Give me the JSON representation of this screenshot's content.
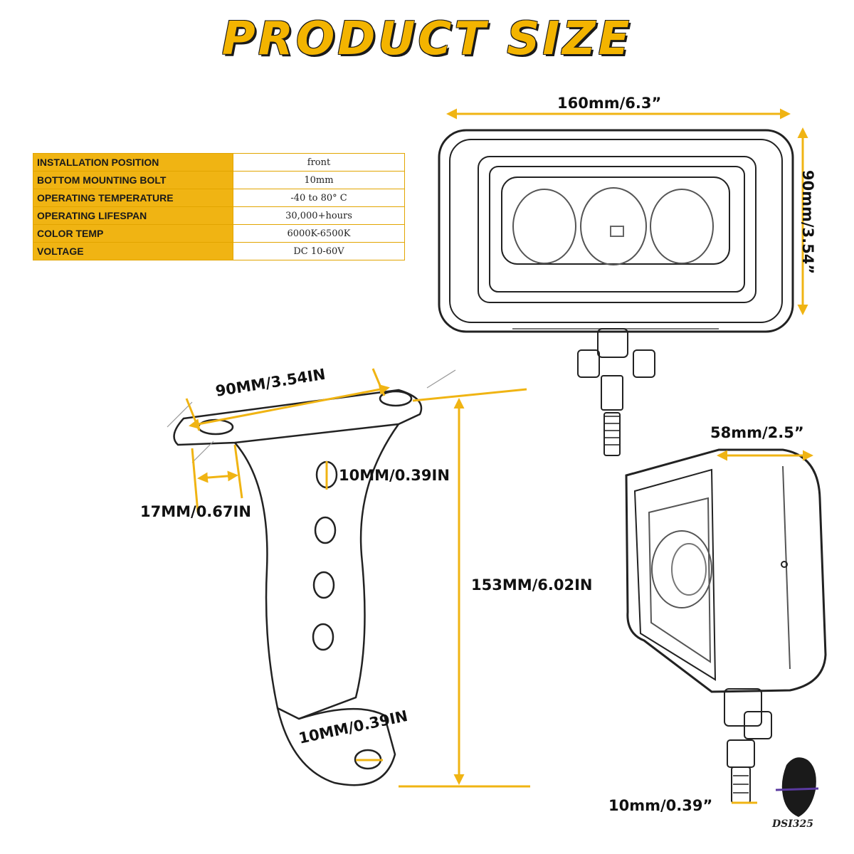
{
  "title": "PRODUCT SIZE",
  "specs": [
    {
      "label": "INSTALLATION POSITION",
      "value": "front"
    },
    {
      "label": "BOTTOM MOUNTING BOLT",
      "value": "10mm"
    },
    {
      "label": "OPERATING TEMPERATURE",
      "value": "-40 to 80° C"
    },
    {
      "label": "OPERATING LIFESPAN",
      "value": "30,000+hours"
    },
    {
      "label": "COLOR TEMP",
      "value": "6000K-6500K"
    },
    {
      "label": "VOLTAGE",
      "value": "DC 10-60V"
    }
  ],
  "dimensions": {
    "light_width": "160mm/6.3”",
    "light_height": "90mm/3.54”",
    "light_depth": "58mm/2.5”",
    "light_bolt": "10mm/0.39”",
    "bracket_width": "90MM/3.54IN",
    "bracket_hole_top": "10MM/0.39IN",
    "bracket_slot": "17MM/0.67IN",
    "bracket_height": "153MM/6.02IN",
    "bracket_hole_bottom": "10MM/0.39IN"
  },
  "watermark": "DSI325",
  "colors": {
    "accent": "#f0b413",
    "line": "#222222"
  }
}
